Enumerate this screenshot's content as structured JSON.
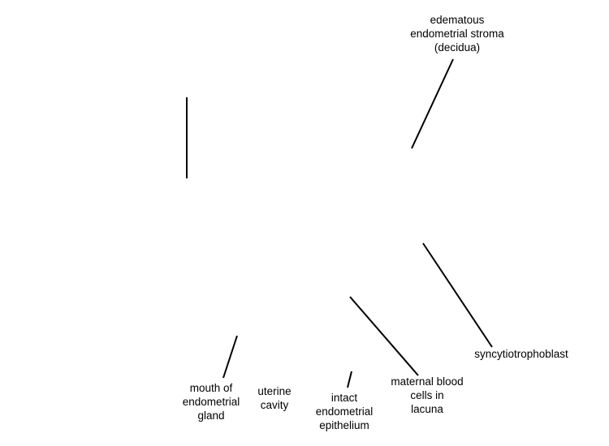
{
  "labels": {
    "decidua": [
      "edematous",
      "endometrial stroma",
      "(decidua)"
    ],
    "syncytiotrophoblast": [
      "syncytiotrophoblast"
    ],
    "maternal_blood": [
      "maternal blood",
      "cells in",
      "lacuna"
    ],
    "epithelium": [
      "intact",
      "endometrial",
      "epithelium"
    ],
    "uterine_cavity": [
      "uterine",
      "cavity"
    ],
    "gland_mouth": [
      "mouth of",
      "endometrial",
      "gland"
    ]
  },
  "colors": {
    "background": "#ffffff",
    "lines": "#000000",
    "text": "#000000"
  }
}
